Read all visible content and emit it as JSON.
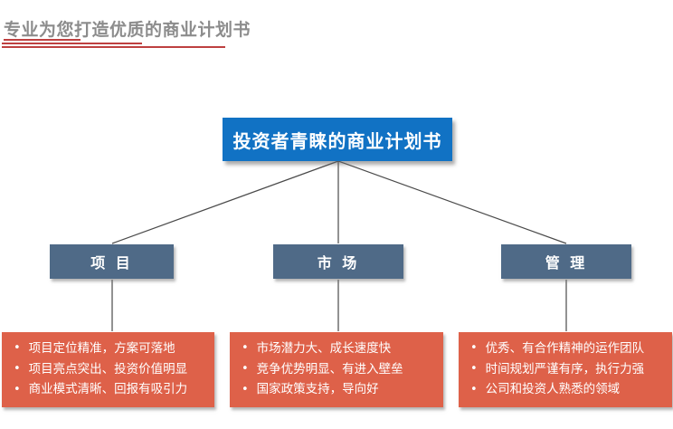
{
  "header": {
    "title": "专业为您打造优质的商业计划书"
  },
  "root": {
    "label": "投资者青睐的商业计划书"
  },
  "bullet_char": "•",
  "branches": [
    {
      "label": "项 目",
      "items": [
        "项目定位精准，方案可落地",
        "项目亮点突出、投资价值明显",
        "商业模式清晰、回报有吸引力"
      ]
    },
    {
      "label": "市 场",
      "items": [
        "市场潜力大、成长速度快",
        "竞争优势明显、有进入壁垒",
        "国家政策支持，导向好"
      ]
    },
    {
      "label": "管 理",
      "items": [
        "优秀、有合作精神的运作团队",
        "时间规划严谨有序，执行力强",
        "公司和投资人熟悉的领域"
      ]
    }
  ],
  "colors": {
    "accent_blue": "#1172C4",
    "slate": "#4F6A87",
    "coral": "#DE6149",
    "title_gray": "#8C8C8C",
    "underline_red": "#BE4040",
    "line": "#4A4A4A"
  }
}
